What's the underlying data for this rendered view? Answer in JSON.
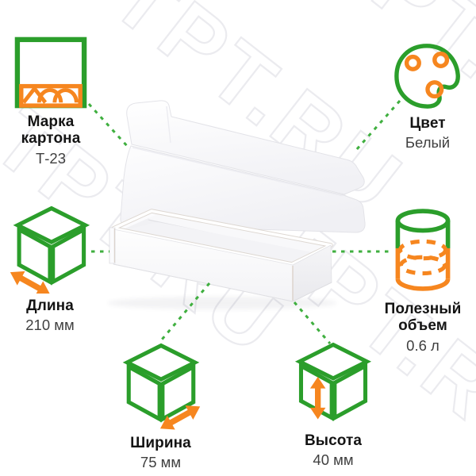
{
  "watermark": {
    "text": "TPT.RU"
  },
  "colors": {
    "icon_green": "#2B9E2B",
    "icon_orange": "#F6861F",
    "connector_green": "#3FAF3F",
    "label_text": "#141414",
    "value_text": "#3F3F3F",
    "watermark_gray": "#EBEBEF",
    "background": "#FFFFFF"
  },
  "specs": [
    {
      "id": "cardboard-grade",
      "icon": "corrugated-board-icon",
      "label": "Марка картона",
      "value": "Т-23"
    },
    {
      "id": "color",
      "icon": "palette-icon",
      "label": "Цвет",
      "value": "Белый"
    },
    {
      "id": "length",
      "icon": "cube-length-arrow-icon",
      "label": "Длина",
      "value": "210 мм"
    },
    {
      "id": "useful-volume",
      "icon": "cylinder-volume-icon",
      "label": "Полезный объем",
      "value": "0.6 л"
    },
    {
      "id": "width",
      "icon": "cube-width-arrow-icon",
      "label": "Ширина",
      "value": "75 мм"
    },
    {
      "id": "height",
      "icon": "cube-height-arrow-icon",
      "label": "Высота",
      "value": "40 мм"
    }
  ]
}
